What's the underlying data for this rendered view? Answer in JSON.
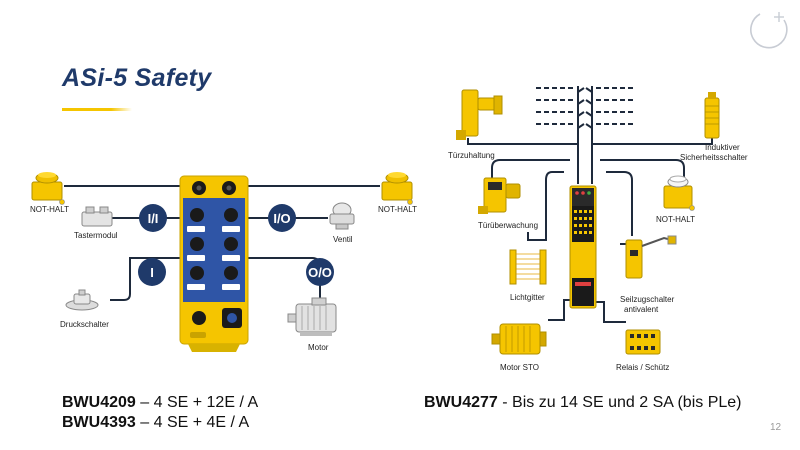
{
  "slide": {
    "title": "ASi-5 Safety",
    "page_number": "12"
  },
  "left_diagram": {
    "labels": {
      "not_halt_left": "NOT-HALT",
      "not_halt_right": "NOT-HALT",
      "tastermodul": "Tastermodul",
      "ventil": "Ventil",
      "druckschalter": "Druckschalter",
      "motor": "Motor"
    },
    "circles": {
      "ii": "I/I",
      "io": "I/O",
      "i": "I",
      "oo": "O/O"
    }
  },
  "right_diagram": {
    "labels": {
      "tuerzuhaltung": "Türzuhaltung",
      "induktiver": "Induktiver",
      "sicherheitsschalter": "Sicherheitsschalter",
      "tuerueberwachung": "Türüberwachung",
      "not_halt": "NOT-HALT",
      "lichtgitter": "Lichtgitter",
      "seilzug1": "Seilzugschalter",
      "seilzug2": "antivalent",
      "motor_sto": "Motor STO",
      "relais": "Relais / Schütz"
    }
  },
  "captions": {
    "line1_bold": "BWU4209",
    "line1_rest": " – 4 SE + 12E / A",
    "line2_bold": "BWU4393",
    "line2_rest": " – 4 SE + 4E / A",
    "line3_bold": "BWU4277",
    "line3_rest": " - Bis zu 14 SE und 2 SA (bis PLe)"
  },
  "colors": {
    "navy": "#1f3a6a",
    "yellow": "#f5c500",
    "module_blue": "#2f55a6",
    "line_dark": "#1e2a3c"
  }
}
